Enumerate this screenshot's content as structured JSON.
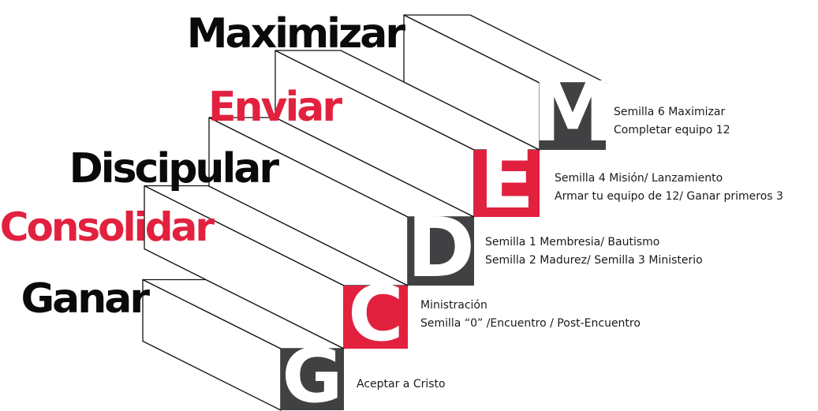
{
  "colors": {
    "red": "#e2213f",
    "dark": "#414042",
    "black": "#0a0a0a",
    "line": "#111111"
  },
  "steps": [
    {
      "label": "Ganar",
      "letter": "G",
      "label_color": "#0a0a0a",
      "box_color": "#414042",
      "lines": [
        "Aceptar a Cristo"
      ]
    },
    {
      "label": "Consolidar",
      "letter": "C",
      "label_color": "#e2213f",
      "box_color": "#e2213f",
      "lines": [
        "Ministración",
        "Semilla “0” /Encuentro / Post-Encuentro"
      ]
    },
    {
      "label": "Discipular",
      "letter": "D",
      "label_color": "#0a0a0a",
      "box_color": "#414042",
      "lines": [
        "Semilla 1 Membresia/ Bautismo",
        "Semilla 2 Madurez/ Semilla 3 Ministerio"
      ]
    },
    {
      "label": "Enviar",
      "letter": "E",
      "label_color": "#e2213f",
      "box_color": "#e2213f",
      "lines": [
        "Semilla 4 Misión/ Lanzamiento",
        "Armar tu equipo de 12/ Ganar primeros 3"
      ]
    },
    {
      "label": "Maximizar",
      "letter": "M",
      "label_color": "#0a0a0a",
      "box_color": "#414042",
      "lines": [
        "Semilla 6 Maximizar",
        "Completar equipo 12"
      ]
    }
  ]
}
